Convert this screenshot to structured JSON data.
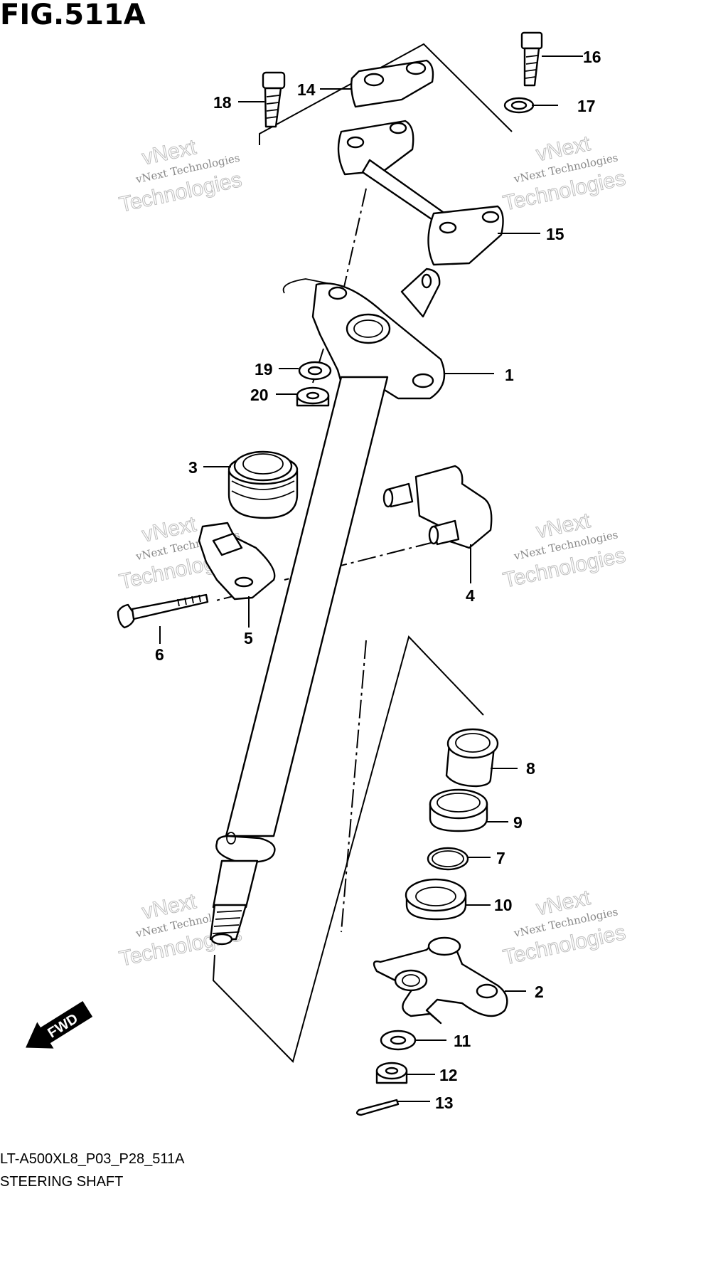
{
  "figure": {
    "title": "FIG.511A",
    "model_code": "LT-A500XL8_P03_P28_511A",
    "caption": "STEERING SHAFT",
    "fwd_label": "FWD"
  },
  "watermark": {
    "line1": "vNext Technologies",
    "line2": "vNext",
    "line3": "Technologies"
  },
  "callouts": [
    {
      "id": "c1",
      "label": "1"
    },
    {
      "id": "c2",
      "label": "2"
    },
    {
      "id": "c3",
      "label": "3"
    },
    {
      "id": "c4",
      "label": "4"
    },
    {
      "id": "c5",
      "label": "5"
    },
    {
      "id": "c6",
      "label": "6"
    },
    {
      "id": "c7",
      "label": "7"
    },
    {
      "id": "c8",
      "label": "8"
    },
    {
      "id": "c9",
      "label": "9"
    },
    {
      "id": "c10",
      "label": "10"
    },
    {
      "id": "c11",
      "label": "11"
    },
    {
      "id": "c12",
      "label": "12"
    },
    {
      "id": "c13",
      "label": "13"
    },
    {
      "id": "c14",
      "label": "14"
    },
    {
      "id": "c15",
      "label": "15"
    },
    {
      "id": "c16",
      "label": "16"
    },
    {
      "id": "c17",
      "label": "17"
    },
    {
      "id": "c18",
      "label": "18"
    },
    {
      "id": "c19",
      "label": "19"
    },
    {
      "id": "c20",
      "label": "20"
    }
  ]
}
